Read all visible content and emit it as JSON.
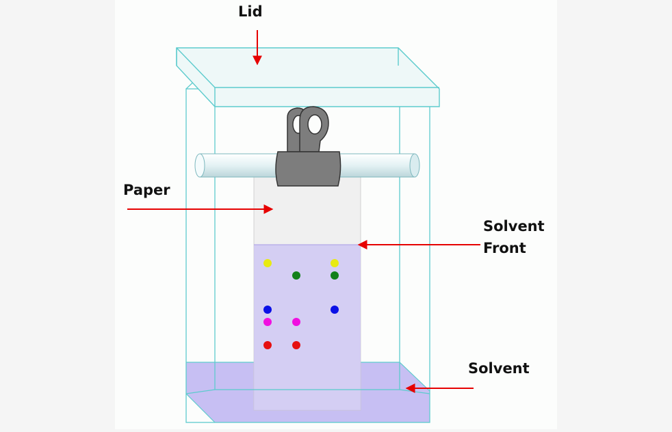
{
  "labels": {
    "lid": "Lid",
    "paper": "Paper",
    "solvent_front_line1": "Solvent",
    "solvent_front_line2": "Front",
    "solvent": "Solvent"
  },
  "colors": {
    "side_bands": "#f5f5f5",
    "canvas": "#fcfdfc",
    "glass_outline": "#5ccbcd",
    "solvent_fill": "#c4bcf2",
    "paper": "#f0f0f0",
    "clip": "#7d7d7d",
    "arrow": "#e60000",
    "rod": "#e6f4f6"
  },
  "spots": [
    {
      "color": "yellow",
      "lane": 1,
      "row": "top"
    },
    {
      "color": "yellow",
      "lane": 3,
      "row": "top"
    },
    {
      "color": "green",
      "lane": 2,
      "row": "upper"
    },
    {
      "color": "green",
      "lane": 3,
      "row": "upper"
    },
    {
      "color": "blue",
      "lane": 1,
      "row": "middle"
    },
    {
      "color": "blue",
      "lane": 3,
      "row": "middle"
    },
    {
      "color": "magenta",
      "lane": 1,
      "row": "lower"
    },
    {
      "color": "magenta",
      "lane": 2,
      "row": "lower"
    },
    {
      "color": "red",
      "lane": 1,
      "row": "bottom"
    },
    {
      "color": "red",
      "lane": 2,
      "row": "bottom"
    }
  ]
}
